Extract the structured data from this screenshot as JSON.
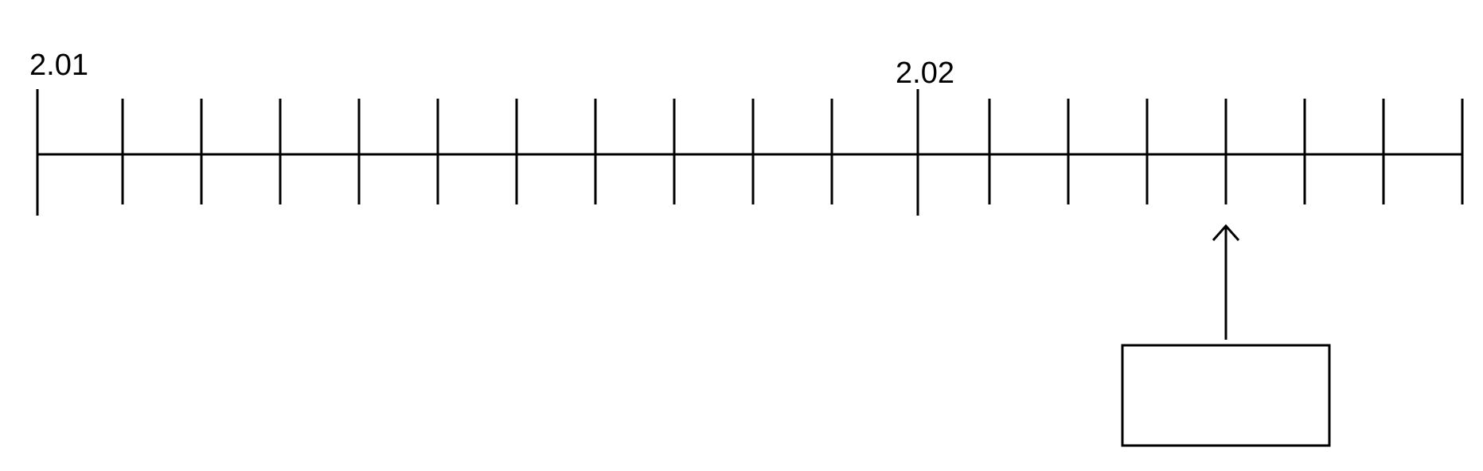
{
  "number_line": {
    "labels": [
      {
        "text": "2.01",
        "tick_index": 0
      },
      {
        "text": "2.02",
        "tick_index": 11
      }
    ],
    "major_ticks": [
      0,
      11
    ],
    "tick_xs": [
      47,
      154,
      253,
      352,
      451,
      550,
      649,
      748,
      847,
      946,
      1045,
      1153,
      1243,
      1342,
      1441,
      1540,
      1639,
      1738,
      1837
    ],
    "pointer_tick_index": 15,
    "answer_box_value": ""
  },
  "colors": {
    "line": "#000000",
    "background": "#ffffff"
  }
}
